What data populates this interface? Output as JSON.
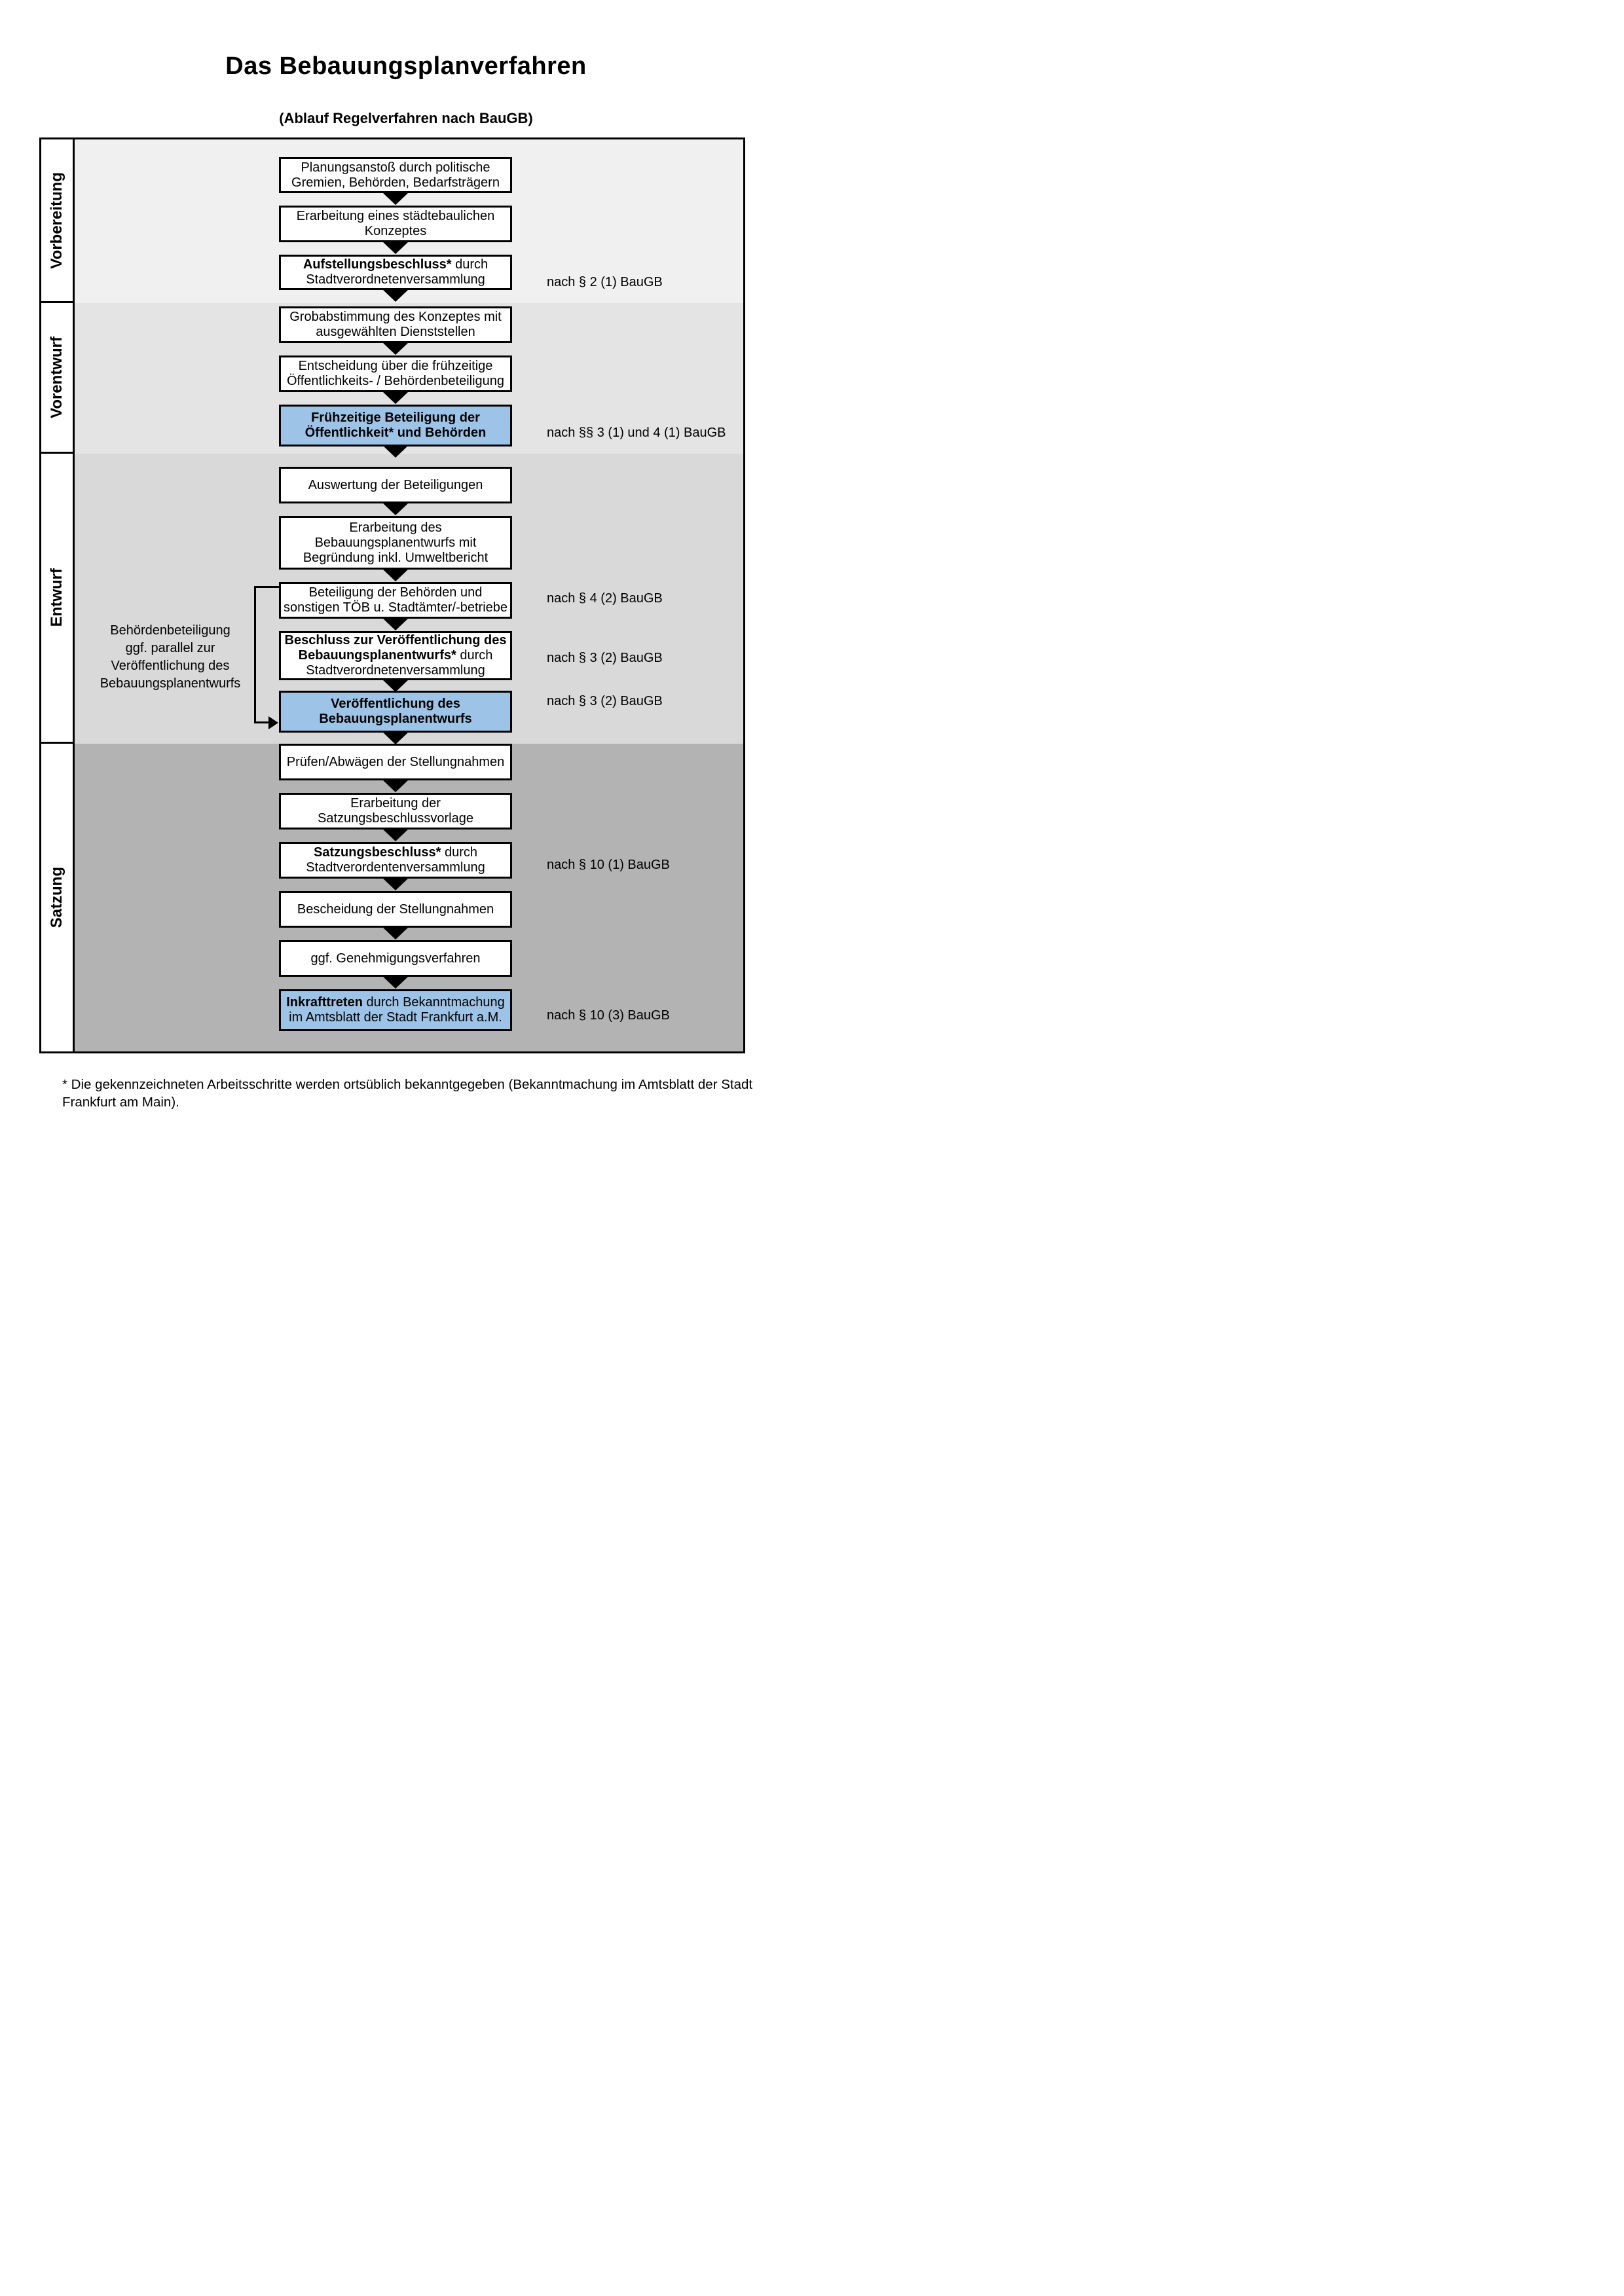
{
  "title": "Das Bebauungsplanverfahren",
  "subtitle": "(Ablauf Regelverfahren nach BauGB)",
  "phases": [
    {
      "label": "Vorbereitung",
      "color": "#f0f0f0"
    },
    {
      "label": "Vorentwurf",
      "color": "#e4e4e4"
    },
    {
      "label": "Entwurf",
      "color": "#d9d9d9"
    },
    {
      "label": "Satzung",
      "color": "#b3b3b3"
    }
  ],
  "highlight_color": "#9dc3e6",
  "steps": [
    {
      "variant": "white",
      "ref": null,
      "lines": [
        [
          {
            "t": "Planungsanstoß durch politische",
            "b": false
          }
        ],
        [
          {
            "t": "Gremien, Behörden, Bedarfsträgern",
            "b": false
          }
        ]
      ]
    },
    {
      "variant": "white",
      "ref": null,
      "lines": [
        [
          {
            "t": "Erarbeitung eines städtebaulichen",
            "b": false
          }
        ],
        [
          {
            "t": "Konzeptes",
            "b": false
          }
        ]
      ]
    },
    {
      "variant": "white",
      "ref": "nach § 2 (1) BauGB",
      "lines": [
        [
          {
            "t": "Aufstellungsbeschluss*",
            "b": true
          },
          {
            "t": " durch",
            "b": false
          }
        ],
        [
          {
            "t": "Stadtverordnetenversammlung",
            "b": false
          }
        ]
      ]
    },
    {
      "variant": "white",
      "ref": null,
      "lines": [
        [
          {
            "t": "Grobabstimmung des Konzeptes mit",
            "b": false
          }
        ],
        [
          {
            "t": "ausgewählten Dienststellen",
            "b": false
          }
        ]
      ]
    },
    {
      "variant": "white",
      "ref": null,
      "lines": [
        [
          {
            "t": "Entscheidung über die frühzeitige",
            "b": false
          }
        ],
        [
          {
            "t": "Öffentlichkeits- / Behördenbeteiligung",
            "b": false
          }
        ]
      ]
    },
    {
      "variant": "blue",
      "ref": "nach §§ 3 (1) und 4 (1) BauGB",
      "lines": [
        [
          {
            "t": "Frühzeitige Beteiligung der",
            "b": true
          }
        ],
        [
          {
            "t": "Öffentlichkeit* und Behörden",
            "b": true
          }
        ]
      ]
    },
    {
      "variant": "white",
      "ref": null,
      "lines": [
        [
          {
            "t": "Auswertung der Beteiligungen",
            "b": false
          }
        ]
      ]
    },
    {
      "variant": "white",
      "ref": null,
      "lines": [
        [
          {
            "t": "Erarbeitung des",
            "b": false
          }
        ],
        [
          {
            "t": "Bebauungsplanentwurfs mit",
            "b": false
          }
        ],
        [
          {
            "t": "Begründung inkl. Umweltbericht",
            "b": false
          }
        ]
      ]
    },
    {
      "variant": "white",
      "ref": "nach § 4 (2) BauGB",
      "lines": [
        [
          {
            "t": "Beteiligung der Behörden und",
            "b": false
          }
        ],
        [
          {
            "t": "sonstigen TÖB u. Stadtämter/-betriebe",
            "b": false
          }
        ]
      ]
    },
    {
      "variant": "white",
      "ref": "nach § 3 (2) BauGB",
      "lines": [
        [
          {
            "t": "Beschluss zur Veröffentlichung des",
            "b": true
          }
        ],
        [
          {
            "t": "Bebauungsplanentwurfs*",
            "b": true
          },
          {
            "t": " durch",
            "b": false
          }
        ],
        [
          {
            "t": "Stadtverordnetenversammlung",
            "b": false
          }
        ]
      ]
    },
    {
      "variant": "blue",
      "ref": "nach § 3 (2) BauGB",
      "lines": [
        [
          {
            "t": "Veröffentlichung des",
            "b": true
          }
        ],
        [
          {
            "t": "Bebauungsplanentwurfs",
            "b": true
          }
        ]
      ]
    },
    {
      "variant": "white",
      "ref": null,
      "lines": [
        [
          {
            "t": "Prüfen/Abwägen der Stellungnahmen",
            "b": false
          }
        ]
      ]
    },
    {
      "variant": "white",
      "ref": null,
      "lines": [
        [
          {
            "t": "Erarbeitung der",
            "b": false
          }
        ],
        [
          {
            "t": "Satzungsbeschlussvorlage",
            "b": false
          }
        ]
      ]
    },
    {
      "variant": "white",
      "ref": "nach § 10 (1) BauGB",
      "lines": [
        [
          {
            "t": "Satzungsbeschluss*",
            "b": true
          },
          {
            "t": " durch",
            "b": false
          }
        ],
        [
          {
            "t": "Stadtverordentenversammlung",
            "b": false
          }
        ]
      ]
    },
    {
      "variant": "white",
      "ref": null,
      "lines": [
        [
          {
            "t": "Bescheidung der Stellungnahmen",
            "b": false
          }
        ]
      ]
    },
    {
      "variant": "white",
      "ref": null,
      "lines": [
        [
          {
            "t": "ggf. Genehmigungsverfahren",
            "b": false
          }
        ]
      ]
    },
    {
      "variant": "blue",
      "ref": "nach § 10 (3) BauGB",
      "lines": [
        [
          {
            "t": "Inkrafttreten",
            "b": true
          },
          {
            "t": " durch Bekanntmachung",
            "b": false
          }
        ],
        [
          {
            "t": "im Amtsblatt der Stadt Frankfurt a.M.",
            "b": false
          }
        ]
      ]
    }
  ],
  "side_note": {
    "lines": [
      "Behördenbeteiligung",
      "ggf. parallel zur",
      "Veröffentlichung des",
      "Bebauungsplanentwurfs"
    ]
  },
  "footnote": "* Die gekennzeichneten Arbeitsschritte werden ortsüblich bekanntgegeben (Bekanntmachung im Amtsblatt der Stadt Frankfurt am Main)."
}
